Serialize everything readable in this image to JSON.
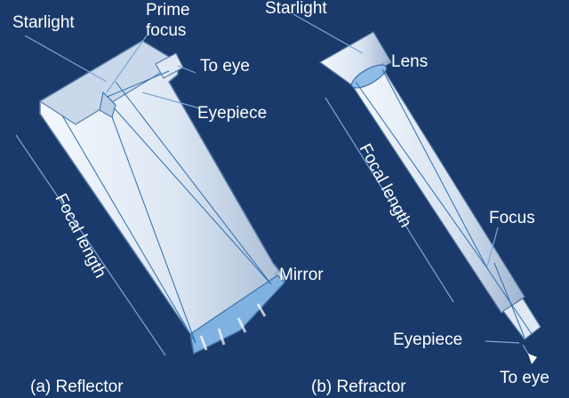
{
  "reflector": {
    "caption": "(a) Reflector",
    "labels": {
      "starlight": "Starlight",
      "prime_focus_1": "Prime",
      "prime_focus_2": "focus",
      "to_eye": "To eye",
      "eyepiece": "Eyepiece",
      "focal_length": "Focal length",
      "mirror": "Mirror"
    }
  },
  "refractor": {
    "caption": "(b) Refractor",
    "labels": {
      "starlight": "Starlight",
      "lens": "Lens",
      "focal_length": "Focal length",
      "focus": "Focus",
      "eyepiece": "Eyepiece",
      "to_eye": "To eye"
    }
  },
  "colors": {
    "background": "#1a3a6b",
    "tube_light": "#e6eef8",
    "tube_shadow": "#9fb4cf",
    "ray": "#2a6fb0",
    "leader": "#7fa6d6",
    "text": "#ffffff"
  }
}
